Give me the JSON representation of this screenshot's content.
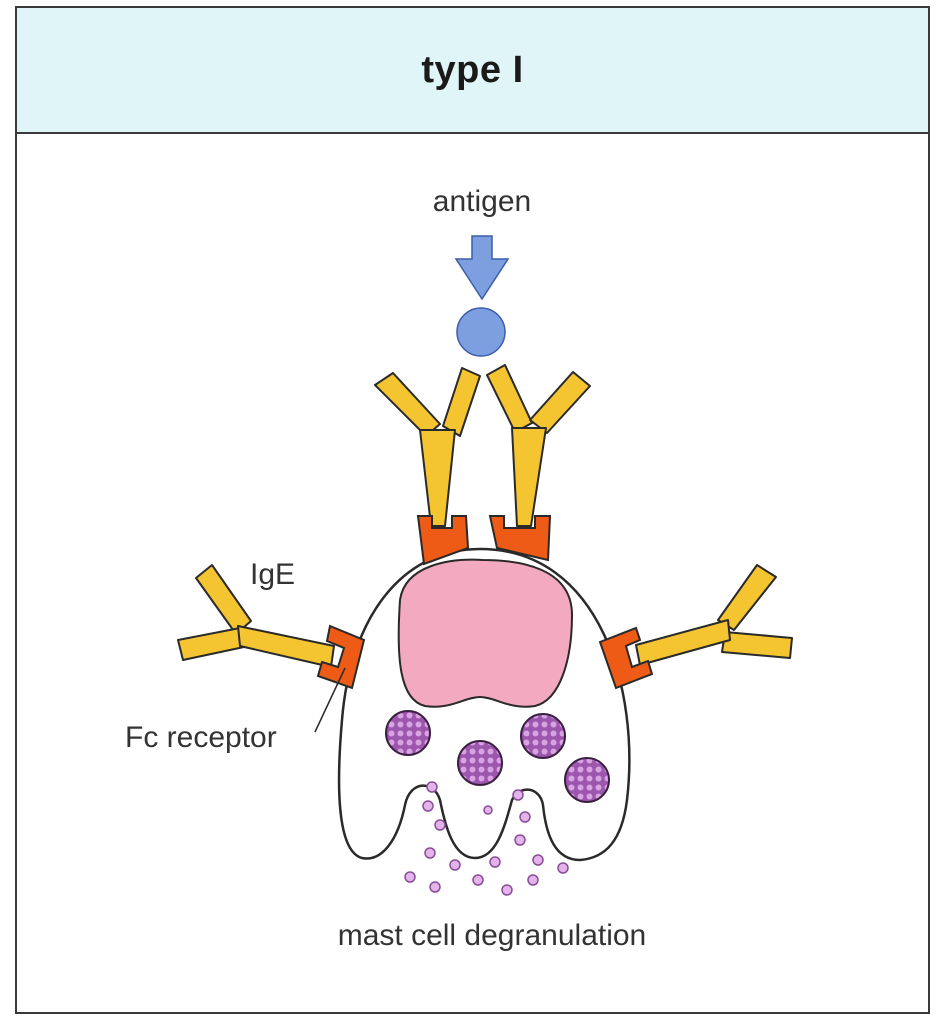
{
  "header": {
    "title": "type I"
  },
  "labels": {
    "antigen": "antigen",
    "ige": "IgE",
    "fc_receptor": "Fc receptor",
    "caption": "mast cell degranulation"
  },
  "colors": {
    "header_bg": "#dff5f8",
    "antigen": "#7d9fe0",
    "antibody": "#f5c531",
    "receptor": "#ee5b16",
    "nucleus": "#f3a9bf",
    "granule": "#a760b8",
    "granule_dot": "#d9a6e3"
  }
}
